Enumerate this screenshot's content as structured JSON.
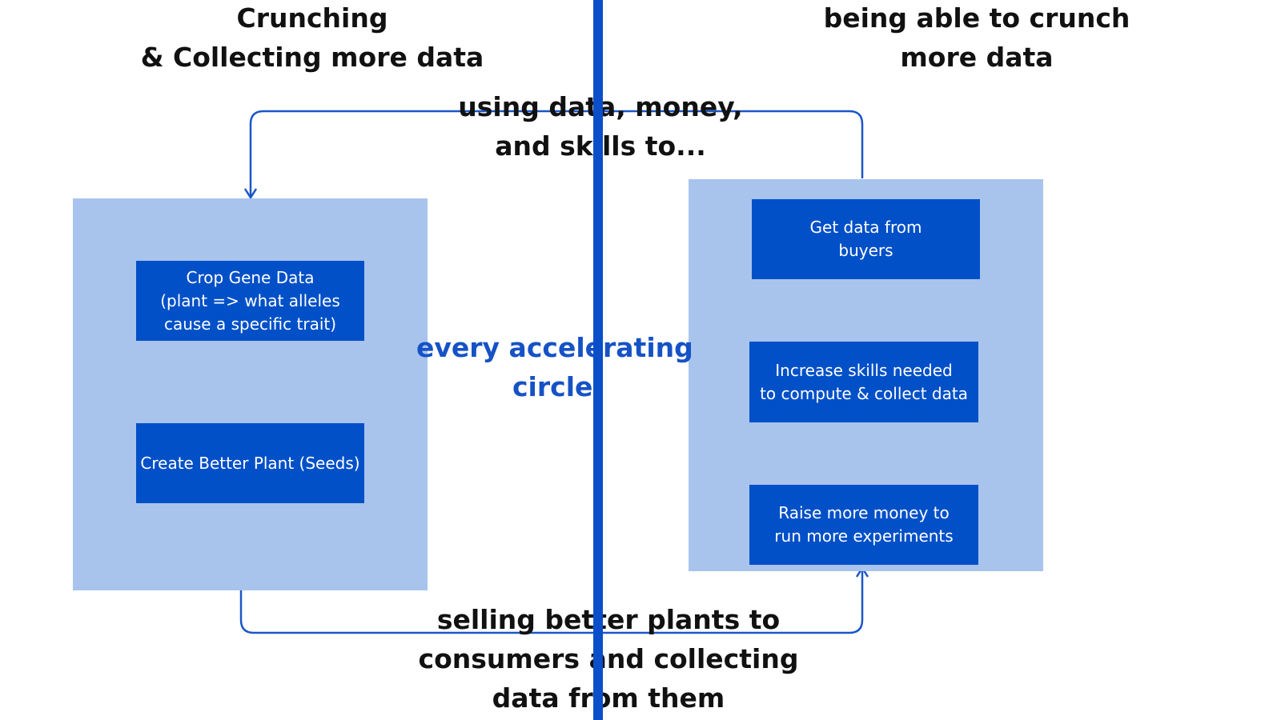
{
  "headings": {
    "left": [
      "Crunching",
      "& Collecting more data"
    ],
    "right": [
      "being able to crunch",
      "more data"
    ]
  },
  "connectors": {
    "top_label": [
      "using data, money,",
      "and skills to..."
    ],
    "bottom_label": [
      "selling better plants to",
      "consumers and collecting",
      "data from them"
    ]
  },
  "center_label": [
    "every accelerating",
    "circle"
  ],
  "left_panel": {
    "boxes": [
      {
        "lines": [
          "Crop Gene Data",
          "(plant => what alleles",
          "cause a specific trait)"
        ]
      },
      {
        "lines": [
          "Create Better Plant (Seeds)"
        ]
      }
    ]
  },
  "right_panel": {
    "boxes": [
      {
        "lines": [
          "Get data from",
          "buyers"
        ]
      },
      {
        "lines": [
          "Increase skills needed",
          "to compute & collect data"
        ]
      },
      {
        "lines": [
          "Raise more money to",
          "run more experiments"
        ]
      }
    ]
  },
  "colors": {
    "panel": "#a8c4ec",
    "box": "#0150c8",
    "divider": "#0a4fc9",
    "arrow": "#1a56c8",
    "accent_text": "#1652c6",
    "heading_text": "#111111"
  }
}
